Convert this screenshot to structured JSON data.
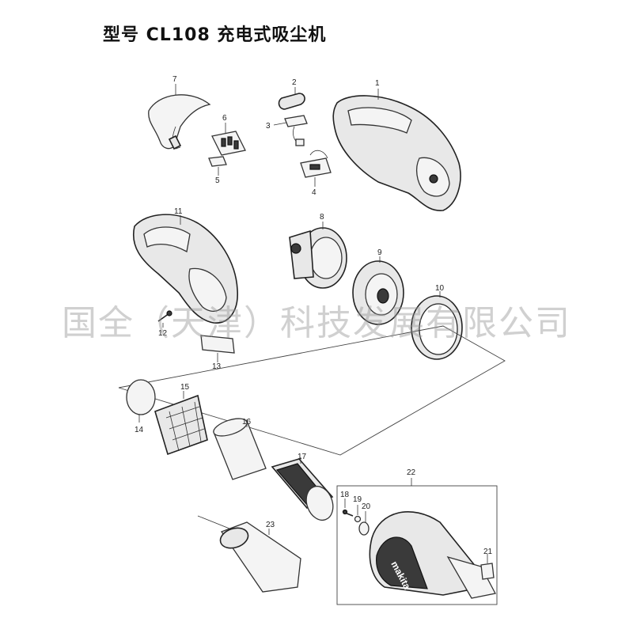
{
  "header": {
    "title": "型号 CL108 充电式吸尘机"
  },
  "watermark": "国全（天津）科技发展有限公司",
  "parts": {
    "p1": "1",
    "p2": "2",
    "p3": "3",
    "p4": "4",
    "p5": "5",
    "p6": "6",
    "p7": "7",
    "p8": "8",
    "p9": "9",
    "p10": "10",
    "p11": "11",
    "p12": "12",
    "p13": "13",
    "p14": "14",
    "p15": "15",
    "p16": "16",
    "p17": "17",
    "p18": "18",
    "p19": "19",
    "p20": "20",
    "p21": "21",
    "p22": "22",
    "p23": "23"
  },
  "brand_logo": "makita"
}
